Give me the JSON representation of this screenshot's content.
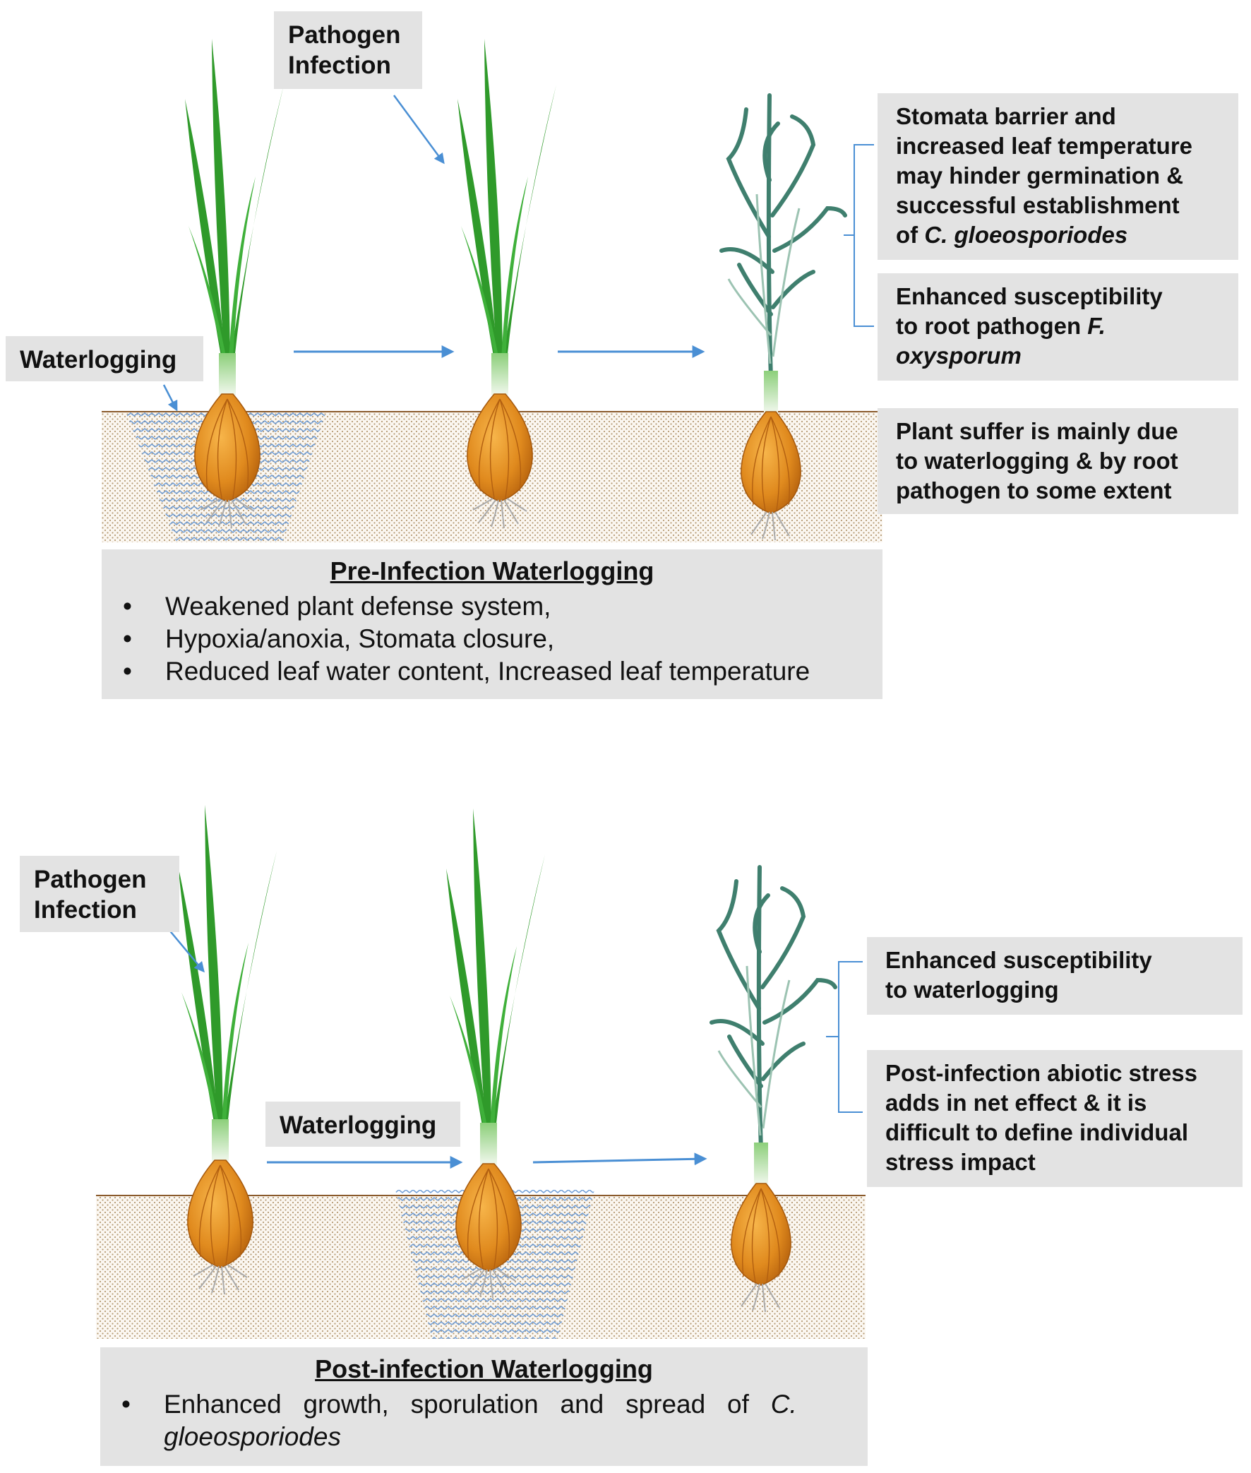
{
  "panel_top": {
    "label_waterlogging": "Waterlogging",
    "label_pathogen_line1": "Pathogen",
    "label_pathogen_line2": "Infection",
    "note1": {
      "line1": "Stomata barrier and",
      "line2": "increased leaf temperature",
      "line3": "may hinder germination &",
      "line4": "successful  establishment",
      "line5_prefix": "of ",
      "line5_italic": "C. gloeosporiodes"
    },
    "note2": {
      "line1": "Enhanced susceptibility",
      "line2_prefix": "to root pathogen ",
      "line2_italic": "F.",
      "line3_italic": "oxysporum"
    },
    "note3": {
      "line1": "Plant suffer  is mainly due",
      "line2": "to waterlogging & by root",
      "line3": "pathogen to some extent"
    },
    "summary": {
      "title": "Pre-Infection Waterlogging",
      "bullets": [
        "Weakened plant defense system,",
        "Hypoxia/anoxia,  Stomata closure,",
        "Reduced leaf water content, Increased leaf temperature"
      ]
    }
  },
  "panel_bottom": {
    "label_pathogen_line1": "Pathogen",
    "label_pathogen_line2": "Infection",
    "label_waterlogging": "Waterlogging",
    "note1": {
      "line1": "Enhanced susceptibility",
      "line2": "to waterlogging"
    },
    "note2": {
      "line1": "Post-infection  abiotic stress",
      "line2": "adds in net effect & it is",
      "line3": "difficult  to define individual",
      "line4": "stress  impact"
    },
    "summary": {
      "title": "Post-infection Waterlogging",
      "bullet_text": "Enhanced   growth,   sporulation   and   spread   of   ",
      "bullet_italic": "C. gloeosporiodes"
    }
  },
  "colors": {
    "arrow": "#4a8fd4",
    "soil_line": "#8a5a2b",
    "soil_dot": "#b59a73",
    "water": "#5b8fd0",
    "leaf_green": "#2f9a2a",
    "bulb": "#e08a1e",
    "wilted": "#3f7f6e",
    "box_fill": "#e3e3e3"
  },
  "icons": [
    "onion-plant-icon",
    "wilted-onion-icon",
    "arrow-right-icon",
    "water-wave-icon"
  ]
}
